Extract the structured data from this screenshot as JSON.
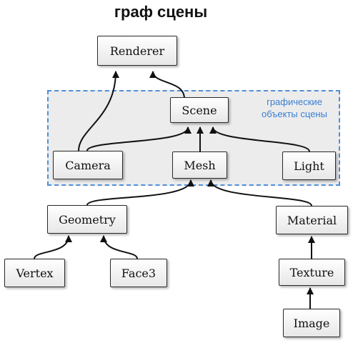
{
  "diagram": {
    "title": "граф сцены",
    "group_label_line1": "графические",
    "group_label_line2": "объекты сцены",
    "nodes": {
      "renderer": "Renderer",
      "scene": "Scene",
      "camera": "Camera",
      "mesh": "Mesh",
      "light": "Light",
      "geometry": "Geometry",
      "material": "Material",
      "vertex": "Vertex",
      "face3": "Face3",
      "texture": "Texture",
      "image": "Image"
    },
    "edges": [
      {
        "from": "camera",
        "to": "renderer"
      },
      {
        "from": "scene",
        "to": "renderer"
      },
      {
        "from": "camera",
        "to": "scene"
      },
      {
        "from": "mesh",
        "to": "scene"
      },
      {
        "from": "light",
        "to": "scene"
      },
      {
        "from": "geometry",
        "to": "mesh"
      },
      {
        "from": "material",
        "to": "mesh"
      },
      {
        "from": "vertex",
        "to": "geometry"
      },
      {
        "from": "face3",
        "to": "geometry"
      },
      {
        "from": "texture",
        "to": "material"
      },
      {
        "from": "image",
        "to": "texture"
      }
    ],
    "colors": {
      "group_border": "#4f8fd6",
      "group_fill": "#ececec",
      "group_label": "#3a7fd0",
      "edge": "#111111"
    }
  }
}
